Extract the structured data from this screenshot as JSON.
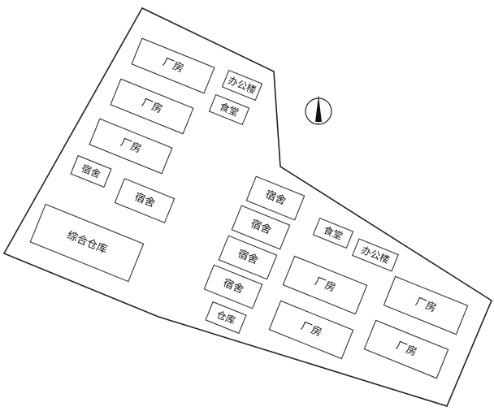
{
  "buildings": [
    {
      "id": "factory-1",
      "label": "厂房",
      "type": "factory"
    },
    {
      "id": "factory-2",
      "label": "厂房",
      "type": "factory"
    },
    {
      "id": "factory-3",
      "label": "厂房",
      "type": "factory"
    },
    {
      "id": "office-1",
      "label": "办公楼",
      "type": "office"
    },
    {
      "id": "canteen-1",
      "label": "食堂",
      "type": "canteen"
    },
    {
      "id": "dorm-1",
      "label": "宿舍",
      "type": "dormitory"
    },
    {
      "id": "dorm-2",
      "label": "宿舍",
      "type": "dormitory"
    },
    {
      "id": "warehouse-main",
      "label": "综合仓库",
      "type": "warehouse"
    },
    {
      "id": "dorm-3",
      "label": "宿舍",
      "type": "dormitory"
    },
    {
      "id": "dorm-4",
      "label": "宿舍",
      "type": "dormitory"
    },
    {
      "id": "dorm-5",
      "label": "宿舍",
      "type": "dormitory"
    },
    {
      "id": "dorm-6",
      "label": "宿舍",
      "type": "dormitory"
    },
    {
      "id": "warehouse-2",
      "label": "仓库",
      "type": "warehouse"
    },
    {
      "id": "canteen-2",
      "label": "食堂",
      "type": "canteen"
    },
    {
      "id": "office-2",
      "label": "办公楼",
      "type": "office"
    },
    {
      "id": "factory-4",
      "label": "厂房",
      "type": "factory"
    },
    {
      "id": "factory-5",
      "label": "厂房",
      "type": "factory"
    },
    {
      "id": "factory-6",
      "label": "厂房",
      "type": "factory"
    },
    {
      "id": "factory-7",
      "label": "厂房",
      "type": "factory"
    }
  ],
  "compass": {
    "icon": "north-arrow-icon"
  }
}
